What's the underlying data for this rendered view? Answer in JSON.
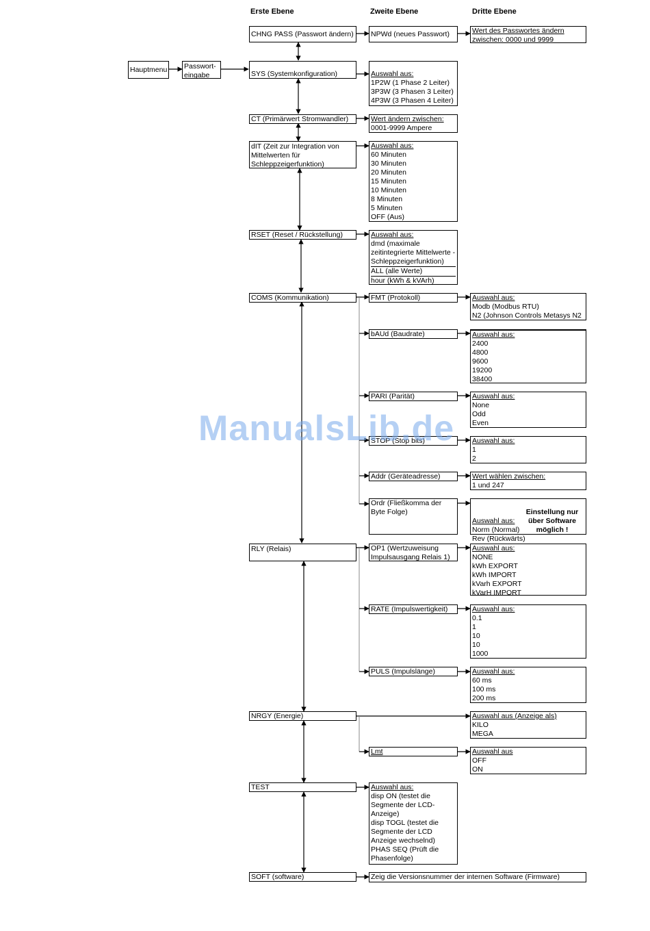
{
  "headers": {
    "first": "Erste Ebene",
    "second": "Zweite Ebene",
    "third": "Dritte Ebene"
  },
  "entry": {
    "main": "Hauptmenu",
    "password": [
      "Passwort-",
      "eingabe"
    ]
  },
  "level1": [
    {
      "id": "chng",
      "lines": [
        "CHNG PASS (Passwort ändern)"
      ]
    },
    {
      "id": "sys",
      "lines": [
        "SYS (Systemkonfiguration)"
      ]
    },
    {
      "id": "ct",
      "lines": [
        "CT (Primärwert Stromwandler)"
      ]
    },
    {
      "id": "dit",
      "lines": [
        "dIT (Zeit zur Integration von",
        "Mittelwerten für",
        "Schleppzeigerfunktion)"
      ]
    },
    {
      "id": "rset",
      "lines": [
        "RSET (Reset / Rückstellung)"
      ]
    },
    {
      "id": "coms",
      "lines": [
        "COMS (Kommunikation)"
      ]
    },
    {
      "id": "rly",
      "lines": [
        "RLY (Relais)"
      ]
    },
    {
      "id": "nrgy",
      "lines": [
        "NRGY (Energie)"
      ]
    },
    {
      "id": "test",
      "lines": [
        "TEST"
      ]
    },
    {
      "id": "soft",
      "lines": [
        "SOFT (software)"
      ]
    }
  ],
  "level2": [
    {
      "id": "npwd",
      "lines": [
        "NPWd (neues Passwort)"
      ]
    },
    {
      "id": "sys_opts",
      "lines": [
        "Auswahl aus:",
        "1P2W (1 Phase 2 Leiter)",
        "3P3W (3 Phasen 3 Leiter)",
        "4P3W (3 Phasen 4 Leiter)"
      ]
    },
    {
      "id": "ct_opts",
      "lines": [
        "Wert ändern zwischen:",
        "0001-9999 Ampere"
      ]
    },
    {
      "id": "dit_opts",
      "lines": [
        "Auswahl aus:",
        "60 Minuten",
        "30 Minuten",
        "20 Minuten",
        "15 Minuten",
        "10 Minuten",
        "8 Minuten",
        "5 Minuten",
        "OFF (Aus)"
      ]
    },
    {
      "id": "rset_opts",
      "lines": [
        "Auswahl aus:",
        "dmd (maximale",
        "zeitintegrierte Mittelwerte -",
        "Schleppzeigerfunktion)",
        "ALL (alle Werte)",
        "hour (kWh & kVArh)"
      ]
    },
    {
      "id": "fmt",
      "lines": [
        "FMT (Protokoll)"
      ]
    },
    {
      "id": "baud",
      "lines": [
        "bAUd (Baudrate)"
      ]
    },
    {
      "id": "pari",
      "lines": [
        "PARI (Parität)"
      ]
    },
    {
      "id": "stop",
      "lines": [
        "STOP (Stop bits)"
      ]
    },
    {
      "id": "addr",
      "lines": [
        "Addr (Geräteadresse)"
      ]
    },
    {
      "id": "ordr",
      "lines": [
        "Ordr (Fließkomma der",
        "Byte Folge)"
      ]
    },
    {
      "id": "op1",
      "lines": [
        "OP1 (Wertzuweisung",
        "Impulsausgang Relais 1)"
      ]
    },
    {
      "id": "rate",
      "lines": [
        "RATE (Impulswertigkeit)"
      ]
    },
    {
      "id": "puls",
      "lines": [
        "PULS (Impulslänge)"
      ]
    },
    {
      "id": "lmt",
      "lines": [
        "Lmt"
      ]
    },
    {
      "id": "test_opts",
      "lines": [
        "Auswahl aus:",
        "disp ON (testet die",
        "Segmente der LCD-",
        "Anzeige)",
        "disp TOGL (testet die",
        "Segmente der LCD",
        "Anzeige wechselnd)",
        "PHAS SEQ (Prüft die",
        "Phasenfolge)"
      ]
    }
  ],
  "level3": [
    {
      "id": "pw_value",
      "lines": [
        "Wert des Passwortes ändern",
        "zwischen: 0000 und 9999"
      ]
    },
    {
      "id": "fmt_opts",
      "lines": [
        "Auswahl aus:",
        "Modb (Modbus RTU)",
        "N2 (Johnson Controls Metasys N2"
      ]
    },
    {
      "id": "baud_opts",
      "lines": [
        "Auswahl aus:",
        "2400",
        "4800",
        "9600",
        "19200",
        "38400"
      ]
    },
    {
      "id": "pari_opts",
      "lines": [
        "Auswahl aus:",
        "None",
        "Odd",
        "Even"
      ]
    },
    {
      "id": "stop_opts",
      "lines": [
        "Auswahl aus:",
        "1",
        "2"
      ]
    },
    {
      "id": "addr_opts",
      "lines": [
        "Wert wählen zwischen:",
        "1 und 247"
      ]
    },
    {
      "id": "ordr_opts",
      "lines": [
        "",
        "",
        "Auswahl aus:",
        "Norm (Normal)",
        "Rev (Rückwärts)"
      ]
    },
    {
      "id": "op1_opts",
      "lines": [
        "Auswahl aus:",
        "NONE",
        "kWh EXPORT",
        "kWh IMPORT",
        "kVarh EXPORT",
        "kVarH IMPORT"
      ]
    },
    {
      "id": "rate_opts",
      "lines": [
        "Auswahl aus:",
        "0.1",
        "1",
        "10",
        "10",
        "1000"
      ]
    },
    {
      "id": "puls_opts",
      "lines": [
        "Auswahl aus:",
        "60 ms",
        "100 ms",
        "200 ms"
      ]
    },
    {
      "id": "nrgy_opts",
      "lines": [
        "Auswahl aus (Anzeige als)",
        "KILO",
        "MEGA"
      ]
    },
    {
      "id": "lmt_opts",
      "lines": [
        "Auswahl aus",
        "OFF",
        "ON"
      ]
    },
    {
      "id": "soft_info",
      "lines": [
        "Zeig die Versionsnummer der internen Software (Firmware)"
      ]
    }
  ],
  "ordr_note": [
    "Einstellung nur",
    "über Software",
    "möglich !"
  ],
  "watermark": "ManualsLib.de"
}
